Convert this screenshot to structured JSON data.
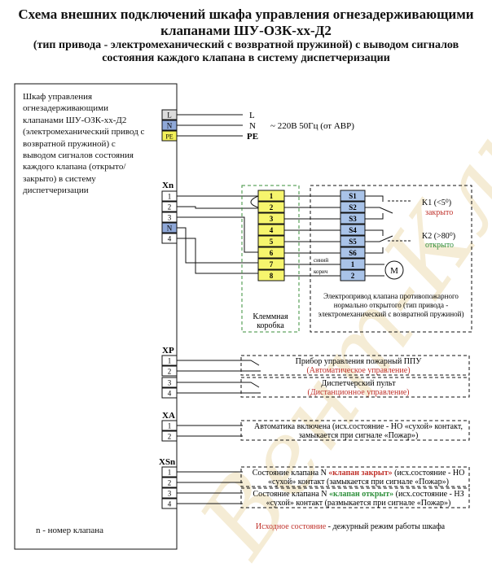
{
  "title": {
    "line1": "Схема внешних подключений шкафа управления огнезадерживающими",
    "line2": "клапанами ШУ-ОЗК-хх-Д2",
    "line3": "(тип привода - электромеханический с возвратной пружиной) с выводом сигналов",
    "line4": "состояния каждого клапана в систему диспетчеризации"
  },
  "cabinet": {
    "description": "Шкаф управления огнезадерживающими клапанами ШУ-ОЗК-хх-Д2 (электромеханический привод с возвратной пружиной) с выводом сигналов состояния каждого клапана (открыто/закрыто) в систему диспетчеризации",
    "footnote": "n - номер клапана"
  },
  "power": {
    "terminals": [
      "L",
      "N",
      "PE"
    ],
    "labels": [
      "L",
      "N",
      "PE"
    ],
    "supply": "~ 220В  50Гц (от АВР)"
  },
  "xn": {
    "name": "Xn",
    "terminals": [
      "1",
      "2",
      "3",
      "N",
      "4"
    ]
  },
  "junction": {
    "terminals": [
      "1",
      "2",
      "3",
      "4",
      "5",
      "6",
      "7",
      "8"
    ],
    "label_l1": "Клеммная",
    "label_l2": "коробка"
  },
  "actuator": {
    "switches": [
      "S1",
      "S2",
      "S3",
      "S4",
      "S5",
      "S6"
    ],
    "motor_terms": [
      "1",
      "2"
    ],
    "wire_blue": "синий",
    "wire_brown": "корич",
    "motor": "M",
    "k1": "K1 (<5⁰)",
    "k1_state": "закрыто",
    "k2": "K2 (>80⁰)",
    "k2_state": "открыто",
    "desc_l1": "Электропривод клапана противопожарного",
    "desc_l2": "нормально открытого (тип привода -",
    "desc_l3": "электромеханический с возвратной пружиной)"
  },
  "xp": {
    "name": "XP",
    "terminals": [
      "1",
      "2",
      "3",
      "4"
    ],
    "dev1_l1": "Прибор управления пожарный ППУ",
    "dev1_l2": "(Автоматическое управление)",
    "dev2_l1": "Диспетчерский пульт",
    "dev2_l2": "(Дистанционное управление)"
  },
  "xa": {
    "name": "XA",
    "terminals": [
      "1",
      "2"
    ],
    "text_l1": "Автоматика включена (исх.состояние - НО «сухой» контакт,",
    "text_l2": "замыкается при сигнале «Пожар»)"
  },
  "xs": {
    "name": "XSn",
    "terminals": [
      "1",
      "2",
      "3",
      "4"
    ],
    "c_pre": "Состояние клапана N ",
    "c_state": "«клапан закрыт»",
    "c_post": " (исх.состояние - НО",
    "c_l2": "«сухой» контакт (замыкается при сигнале «Пожар»)",
    "o_pre": "Состояние клапана N ",
    "o_state": "«клапан открыт»",
    "o_post": " (исх.состояние - НЗ",
    "o_l2": "«сухой» контакт (размыкается при сигнале «Пожар»)"
  },
  "note": {
    "red": "Исходное состояние",
    "rest": " - дежурный режим работы шкафа"
  },
  "watermark": "Вент-Климат",
  "colors": {
    "power_fill": "#dcdcdc",
    "n_fill": "#8fa8d8",
    "pe_fill": "#f3f15a",
    "jb_fill": "#f6f56d",
    "switch_fill": "#a9c3e8",
    "red": "#c0322b",
    "green": "#2f8f3c",
    "dashed_green": "#3a8f3a"
  }
}
